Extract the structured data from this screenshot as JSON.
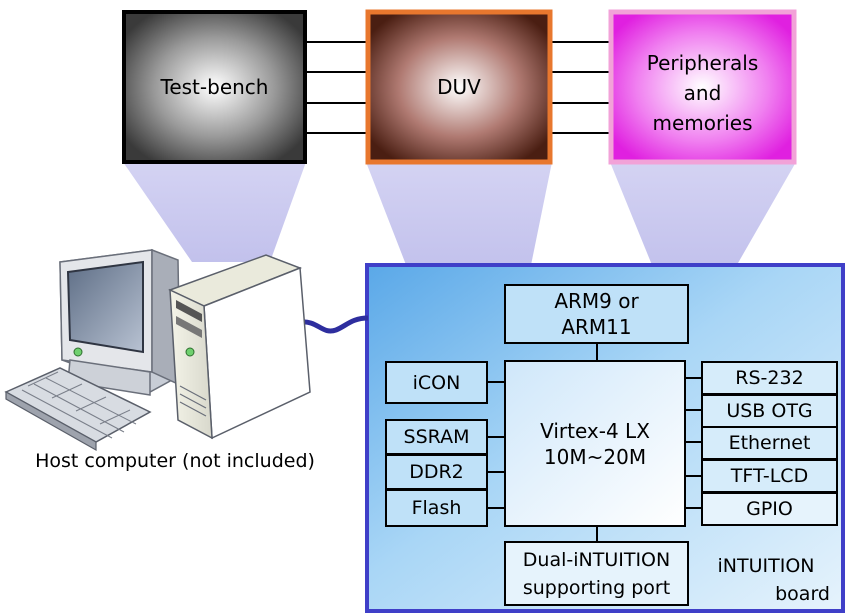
{
  "top_blocks": {
    "testbench": {
      "label": "Test-bench",
      "color": "#333333"
    },
    "duv": {
      "label": "DUV",
      "color": "#E8772E"
    },
    "peripherals": {
      "label_lines": [
        "Peripherals",
        "and",
        "memories"
      ],
      "color": "#F2A2D8"
    }
  },
  "host": {
    "label": "Host computer (not included)"
  },
  "board": {
    "label_lines": [
      "iNTUITION",
      "board"
    ],
    "fpga_lines": [
      "Virtex-4 LX",
      "10M~20M"
    ],
    "cpu_lines": [
      "ARM9 or",
      "ARM11"
    ],
    "left_modules": [
      "iCON",
      "SSRAM",
      "DDR2",
      "Flash"
    ],
    "right_modules": [
      "RS-232",
      "USB OTG",
      "Ethernet",
      "TFT-LCD",
      "GPIO"
    ],
    "bottom_port_lines": [
      "Dual-iNTUITION",
      "supporting port"
    ],
    "border_color": "#3F3FC8",
    "fill_color": "#8CC8F0"
  },
  "cable_color": "#2E2E9E",
  "beam_color": "#C9C8EE"
}
